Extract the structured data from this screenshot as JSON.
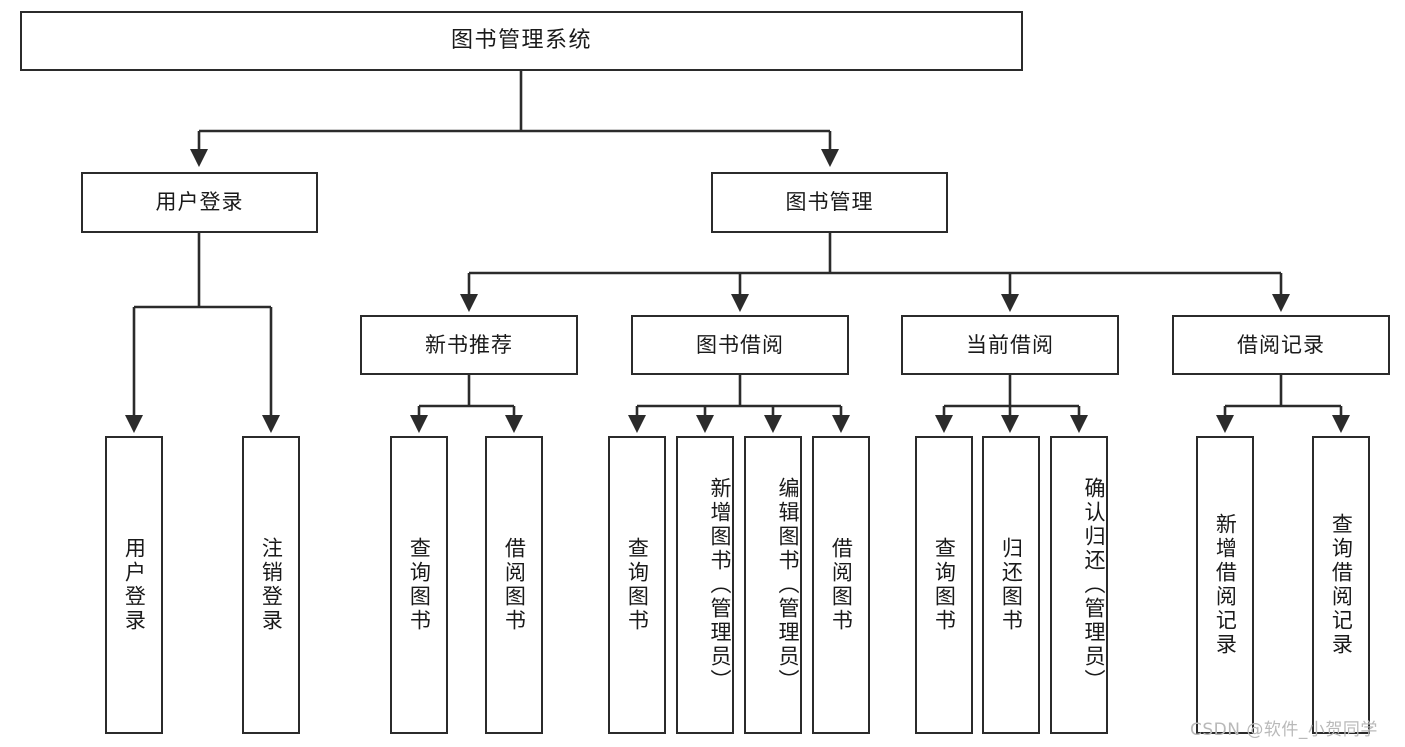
{
  "diagram": {
    "type": "tree-hierarchy",
    "title": "图书管理系统",
    "watermark": "CSDN @软件_小贺同学",
    "colors": {
      "stroke": "#2b2b2b",
      "fill": "#ffffff",
      "text": "#1a1a1a",
      "watermark": "#b9b9b9"
    },
    "root": {
      "label": "图书管理系统"
    },
    "level2": [
      {
        "label": "用户登录"
      },
      {
        "label": "图书管理"
      }
    ],
    "level3": [
      {
        "label": "新书推荐"
      },
      {
        "label": "图书借阅"
      },
      {
        "label": "当前借阅"
      },
      {
        "label": "借阅记录"
      }
    ],
    "leaves": {
      "user_login": [
        {
          "label": "用户登录"
        },
        {
          "label": "注销登录"
        }
      ],
      "new_book_recommend": [
        {
          "label": "查询图书"
        },
        {
          "label": "借阅图书"
        }
      ],
      "book_borrow": [
        {
          "label": "查询图书"
        },
        {
          "label": "新增图书（管理员）"
        },
        {
          "label": "编辑图书（管理员）"
        },
        {
          "label": "借阅图书"
        }
      ],
      "current_borrow": [
        {
          "label": "查询图书"
        },
        {
          "label": "归还图书"
        },
        {
          "label": "确认归还（管理员）"
        }
      ],
      "borrow_record": [
        {
          "label": "新增借阅记录"
        },
        {
          "label": "查询借阅记录"
        }
      ]
    }
  }
}
